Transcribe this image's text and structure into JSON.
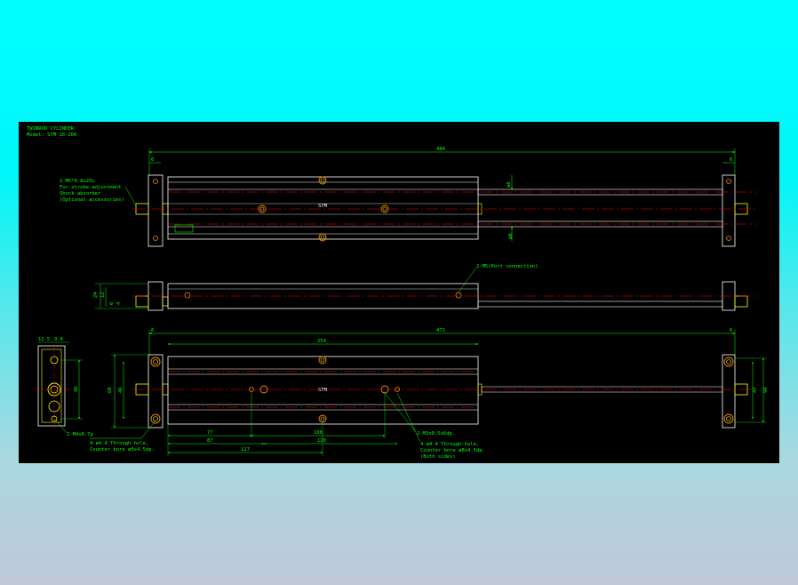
{
  "title_block": {
    "line1": "TWINROD CYLINDER",
    "line2": "Model: STM 16-200"
  },
  "dimensions": {
    "top_overall": "484",
    "top_left_end": "6",
    "top_right_end": "6",
    "rod_dia_upper": "ø8",
    "rod_dia_lower": "ø8",
    "side_height_outer": "24",
    "side_height_inner": "12",
    "side_small_a": "6",
    "side_small_b": "4",
    "bottom_overall": "472",
    "bottom_left_end": "6",
    "bottom_right_end": "6",
    "body_length": "254",
    "body_height_outer": "68",
    "body_height_inner": "46",
    "right_height_outer": "94",
    "right_height_inner": "47",
    "end_view_top_a": "12.5",
    "end_view_top_b": "9.6",
    "end_view_height": "46",
    "dim_77": "77",
    "dim_100": "100",
    "dim_87": "87",
    "dim_120": "120",
    "dim_127": "127",
    "body_mark_top": "STM",
    "body_mark_bottom": "STM"
  },
  "callouts": {
    "stroke_adjust_1": "2-M5*0.8x25L",
    "stroke_adjust_2": "For stroke adjustment",
    "stroke_adjust_3": "Shock absorber",
    "stroke_adjust_4": "(Optional accessories)",
    "port": "2-M5(Port connection)",
    "end_view_thread": "2-M4x0.7p",
    "left_holes_1": "4-ø4.4 Through-hole,",
    "left_holes_2": "Counter bore ø8x4.5dp.",
    "mid_thread": "2-M3x0.5x6dp.",
    "right_holes_1": "4-ø4.4 Through-hole,",
    "right_holes_2": "Counter bore ø8x4.5dp.",
    "right_holes_3": "(Both sides)"
  },
  "colors": {
    "background": "#000000",
    "dimension": "#00ff00",
    "centerline": "#ff0000",
    "outline": "#ffffff",
    "hidden": "#ffff00",
    "hole": "#ff8800"
  }
}
